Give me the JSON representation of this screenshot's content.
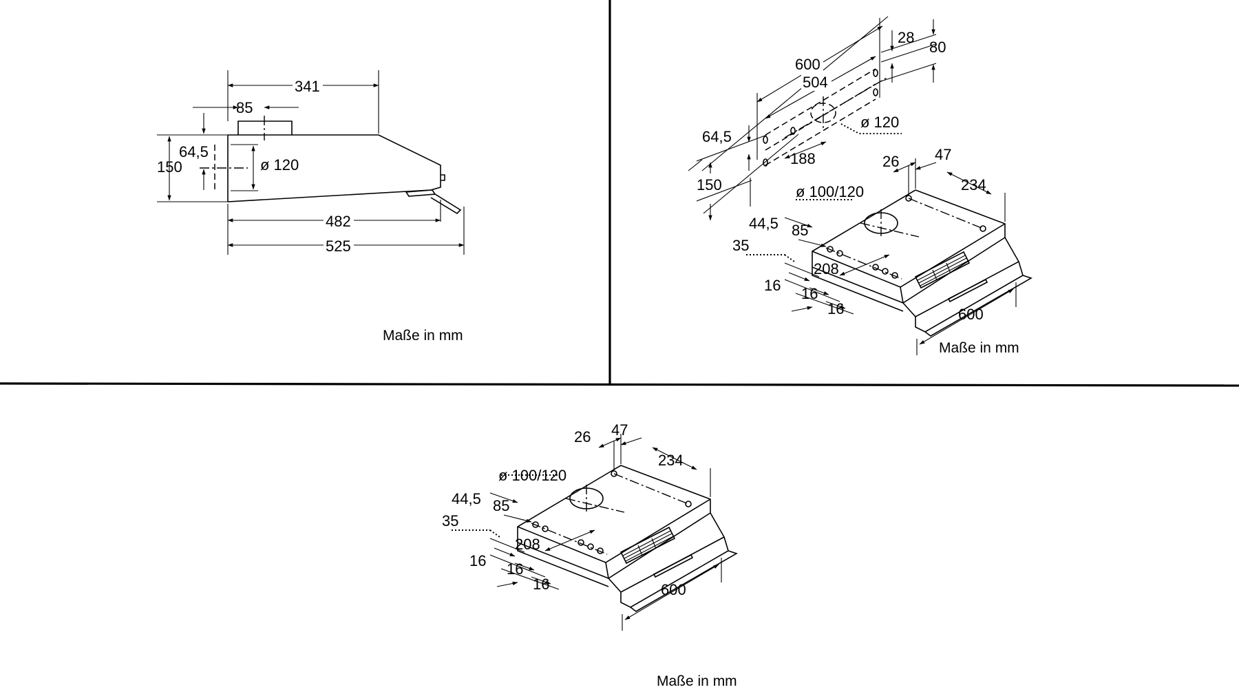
{
  "caption": "Maße in mm",
  "side_view": {
    "dim_341": "341",
    "dim_85": "85",
    "dim_64_5": "64,5",
    "dim_150": "150",
    "dim_dia120": "ø 120",
    "dim_482": "482",
    "dim_525": "525"
  },
  "wall_view": {
    "dim_600": "600",
    "dim_504": "504",
    "dim_28": "28",
    "dim_80": "80",
    "dim_64_5": "64,5",
    "dim_dia120": "ø 120",
    "dim_188": "188",
    "dim_150": "150"
  },
  "hood_view": {
    "dim_26": "26",
    "dim_47": "47",
    "dim_234": "234",
    "dim_dia100_120": "ø 100/120",
    "dim_44_5": "44,5",
    "dim_85": "85",
    "dim_35": "35",
    "dim_208": "208",
    "dim_16a": "16",
    "dim_16b": "16",
    "dim_16c": "16",
    "dim_600": "600"
  }
}
